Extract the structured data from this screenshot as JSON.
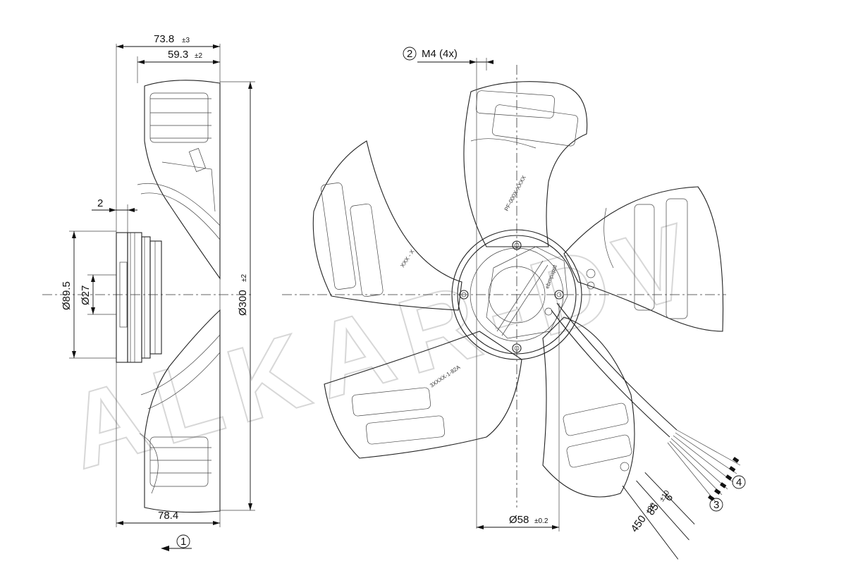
{
  "watermark": "ALKAR-DV",
  "side_view": {
    "dim_total_depth": "73.8",
    "dim_total_depth_tol": "±3",
    "dim_blade_depth": "59.3",
    "dim_blade_depth_tol": "±2",
    "dim_offset": "2",
    "dim_motor_dia": "Ø89.5",
    "dim_shaft_dia": "Ø27",
    "dim_fan_dia": "Ø300",
    "dim_fan_dia_tol": "±2",
    "dim_bottom_depth": "78.4",
    "airflow_marker": "1"
  },
  "front_view": {
    "mount_marker": "2",
    "mount_label": "M4 (4x)",
    "hub_dia": "Ø58",
    "hub_dia_tol": "±0.2",
    "cable_dim_1": "6",
    "cable_dim_2": "85",
    "cable_dim_2_tol": "±10",
    "cable_dim_3": "450",
    "cable_dim_3_tol": "+20",
    "marker_3": "3",
    "marker_4": "4",
    "blade_print_1": "XXX - X",
    "blade_print_2": "3XXXX-1-82A",
    "blade_print_3": "PF-000X-XXXX",
    "label_brand": "ebmpapst"
  }
}
